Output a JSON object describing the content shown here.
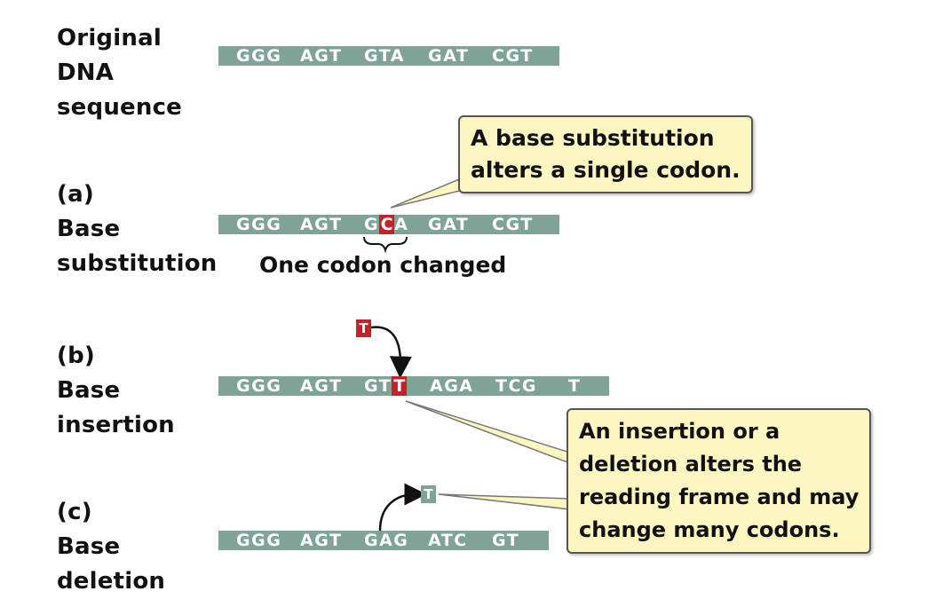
{
  "colors": {
    "strand": "#7fa396",
    "mutation": "#c8202a",
    "callout_fill": "#fdf6c1",
    "text": "#111111"
  },
  "original": {
    "label": [
      "Original",
      "DNA",
      "sequence"
    ],
    "codons": [
      "GGG",
      "AGT",
      "GTA",
      "GAT",
      "CGT"
    ]
  },
  "substitution": {
    "label": [
      "(a)",
      "Base",
      "substitution"
    ],
    "codons_before": [
      "GGG",
      "AGT"
    ],
    "codon_prefix": "G",
    "mutated_base": "C",
    "codon_suffix": "A",
    "codons_after": [
      "GAT",
      "CGT"
    ],
    "caption": "One codon changed",
    "callout": [
      "A base substitution",
      "alters a single codon."
    ]
  },
  "insertion": {
    "label": [
      "(b)",
      "Base",
      "insertion"
    ],
    "inserted_base": "T",
    "codons_before": [
      "GGG",
      "AGT"
    ],
    "codon_prefix": "GT",
    "mutated_base": "T",
    "codons_after": [
      "AGA",
      "TCG",
      "T"
    ]
  },
  "deletion": {
    "label": [
      "(c)",
      "Base",
      "deletion"
    ],
    "removed_base": "T",
    "codons": [
      "GGG",
      "AGT",
      "GAG",
      "ATC",
      "GT"
    ]
  },
  "frameshift_callout": [
    "An insertion or a",
    "deletion alters the",
    "reading frame and may",
    "change many codons."
  ]
}
